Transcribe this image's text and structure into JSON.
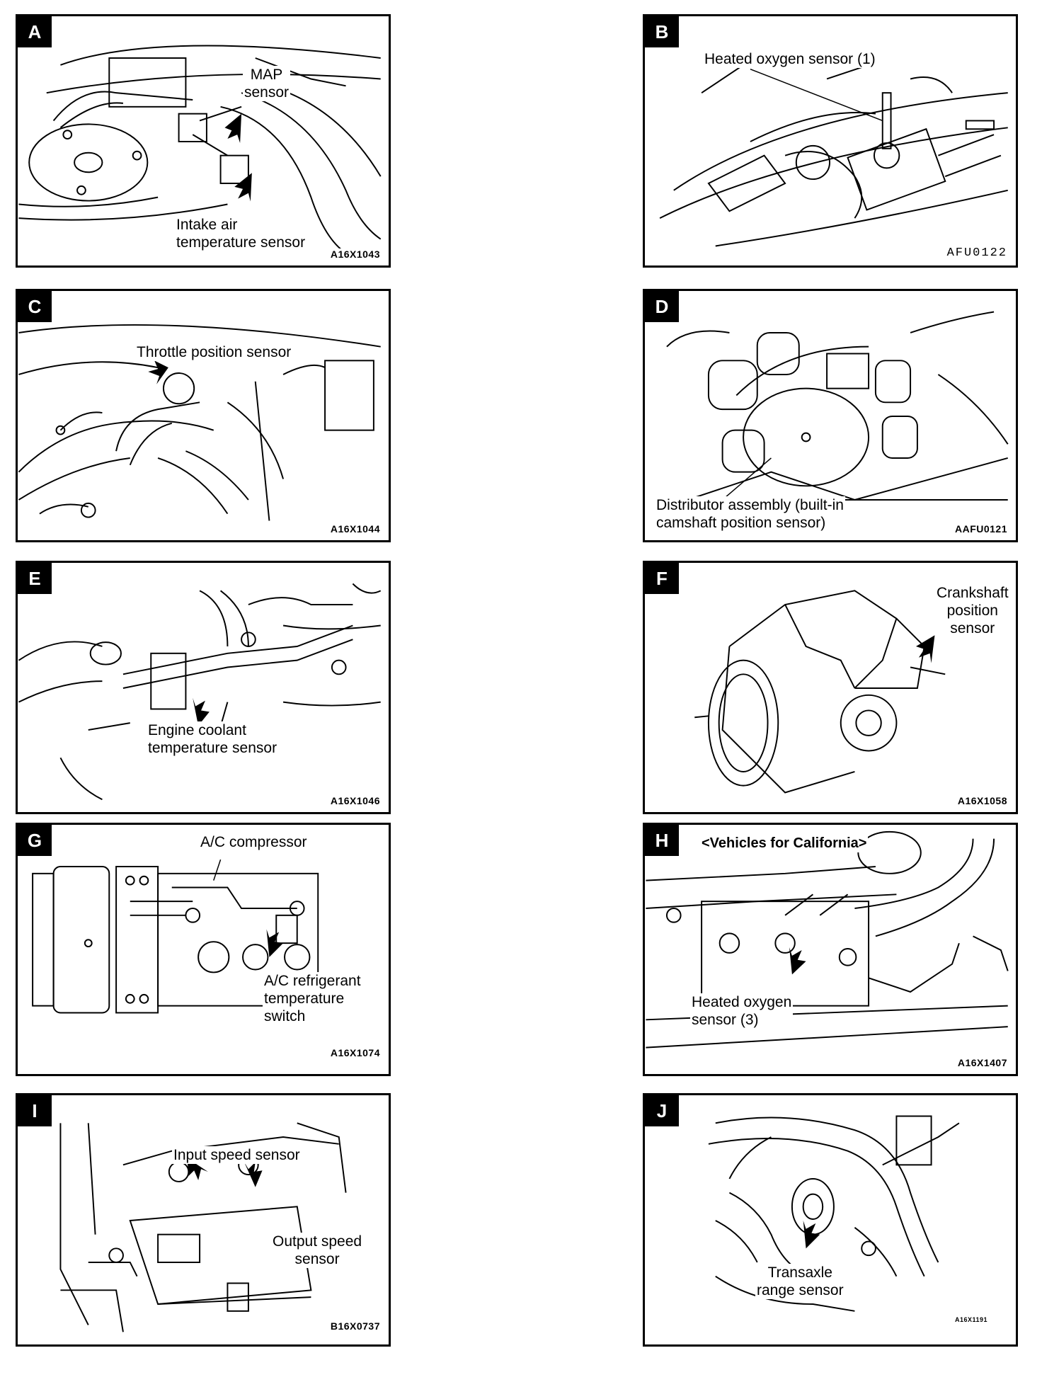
{
  "panels": {
    "A": {
      "badge": "A",
      "labels": [
        "MAP",
        "sensor",
        "Intake air",
        "temperature sensor"
      ],
      "code": "A16X1043"
    },
    "B": {
      "badge": "B",
      "labels": [
        "Heated oxygen sensor (1)"
      ],
      "code": "AFU0122"
    },
    "C": {
      "badge": "C",
      "labels": [
        "Throttle position sensor"
      ],
      "code": "A16X1044"
    },
    "D": {
      "badge": "D",
      "labels": [
        "Distributor assembly (built-in",
        "camshaft position sensor)"
      ],
      "code": "AAFU0121"
    },
    "E": {
      "badge": "E",
      "labels": [
        "Engine coolant",
        "temperature sensor"
      ],
      "code": "A16X1046"
    },
    "F": {
      "badge": "F",
      "labels": [
        "Crankshaft",
        "position",
        "sensor"
      ],
      "code": "A16X1058"
    },
    "G": {
      "badge": "G",
      "labels": [
        "A/C compressor",
        "A/C refrigerant",
        "temperature",
        "switch"
      ],
      "code": "A16X1074"
    },
    "H": {
      "badge": "H",
      "labels": [
        "<Vehicles for California>",
        "Heated oxygen",
        "sensor (3)"
      ],
      "code": "A16X1407"
    },
    "I": {
      "badge": "I",
      "labels": [
        "Input speed sensor",
        "Output speed",
        "sensor"
      ],
      "code": "B16X0737"
    },
    "J": {
      "badge": "J",
      "labels": [
        "Transaxle",
        "range sensor"
      ],
      "code": "A16X1191"
    }
  }
}
